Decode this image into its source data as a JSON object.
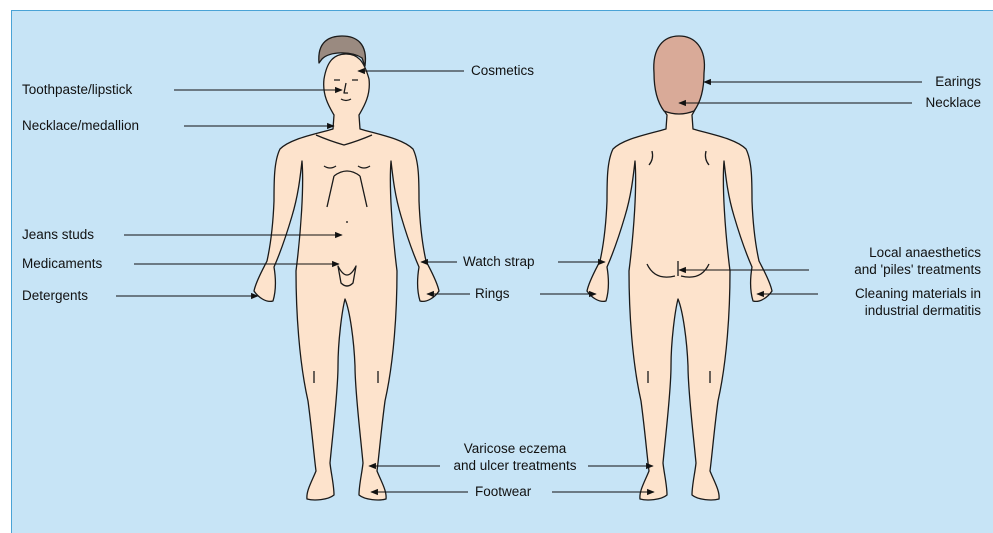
{
  "labels": {
    "cosmetics": "Cosmetics",
    "toothpaste": "Toothpaste/lipstick",
    "necklace_medallion": "Necklace/medallion",
    "jeans_studs": "Jeans studs",
    "medicaments": "Medicaments",
    "detergents": "Detergents",
    "watch_strap": "Watch strap",
    "rings": "Rings",
    "varicose_line1": "Varicose eczema",
    "varicose_line2": "and ulcer treatments",
    "footwear": "Footwear",
    "earings": "Earings",
    "necklace": "Necklace",
    "local_line1": "Local anaesthetics",
    "local_line2": "and 'piles' treatments",
    "cleaning_line1": "Cleaning materials in",
    "cleaning_line2": "industrial dermatitis"
  },
  "colors": {
    "background": "#c7e4f6",
    "skin": "#fde3cc",
    "hair": "#9a8a80",
    "hair_back": "#d9aa98",
    "outline": "#1a1a1a",
    "border": "#4aa3d6"
  }
}
